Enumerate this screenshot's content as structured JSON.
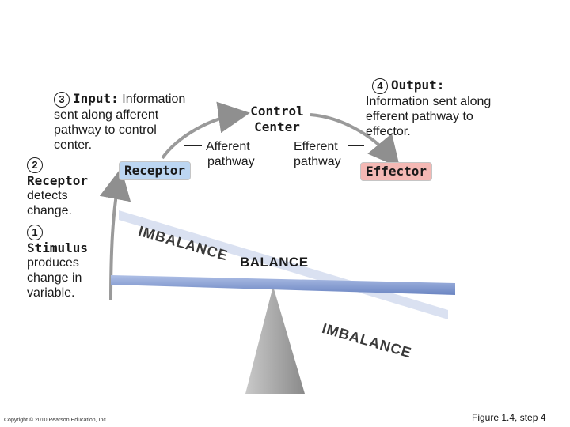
{
  "colors": {
    "receptor_bg": "#bcd6f2",
    "effector_bg": "#f4b8b4",
    "arrow": "#8f8f8f",
    "beam": "#7d96cc",
    "fulcrum": "#9a9a9a"
  },
  "step3": {
    "number": "3",
    "heading": "Input:",
    "line1": "Information",
    "line2": "sent along afferent",
    "line3": "pathway to control",
    "line4": "center."
  },
  "step4": {
    "number": "4",
    "heading": "Output:",
    "line1": "Information sent along",
    "line2": "efferent pathway to",
    "line3": "effector."
  },
  "step2": {
    "number": "2",
    "heading": "Receptor",
    "line1": "detects",
    "line2": "change."
  },
  "step1": {
    "number": "1",
    "heading": "Stimulus",
    "line1": "produces",
    "line2": "change in",
    "line3": "variable."
  },
  "control_center": {
    "line1": "Control",
    "line2": "Center"
  },
  "receptor_label": "Receptor",
  "effector_label": "Effector",
  "afferent": {
    "line1": "Afferent",
    "line2": "pathway"
  },
  "efferent": {
    "line1": "Efferent",
    "line2": "pathway"
  },
  "balance_label": "BALANCE",
  "imbalance_label": "IMBALANCE",
  "copyright": "Copyright © 2010 Pearson Education, Inc.",
  "figure_caption": "Figure 1.4, step 4"
}
